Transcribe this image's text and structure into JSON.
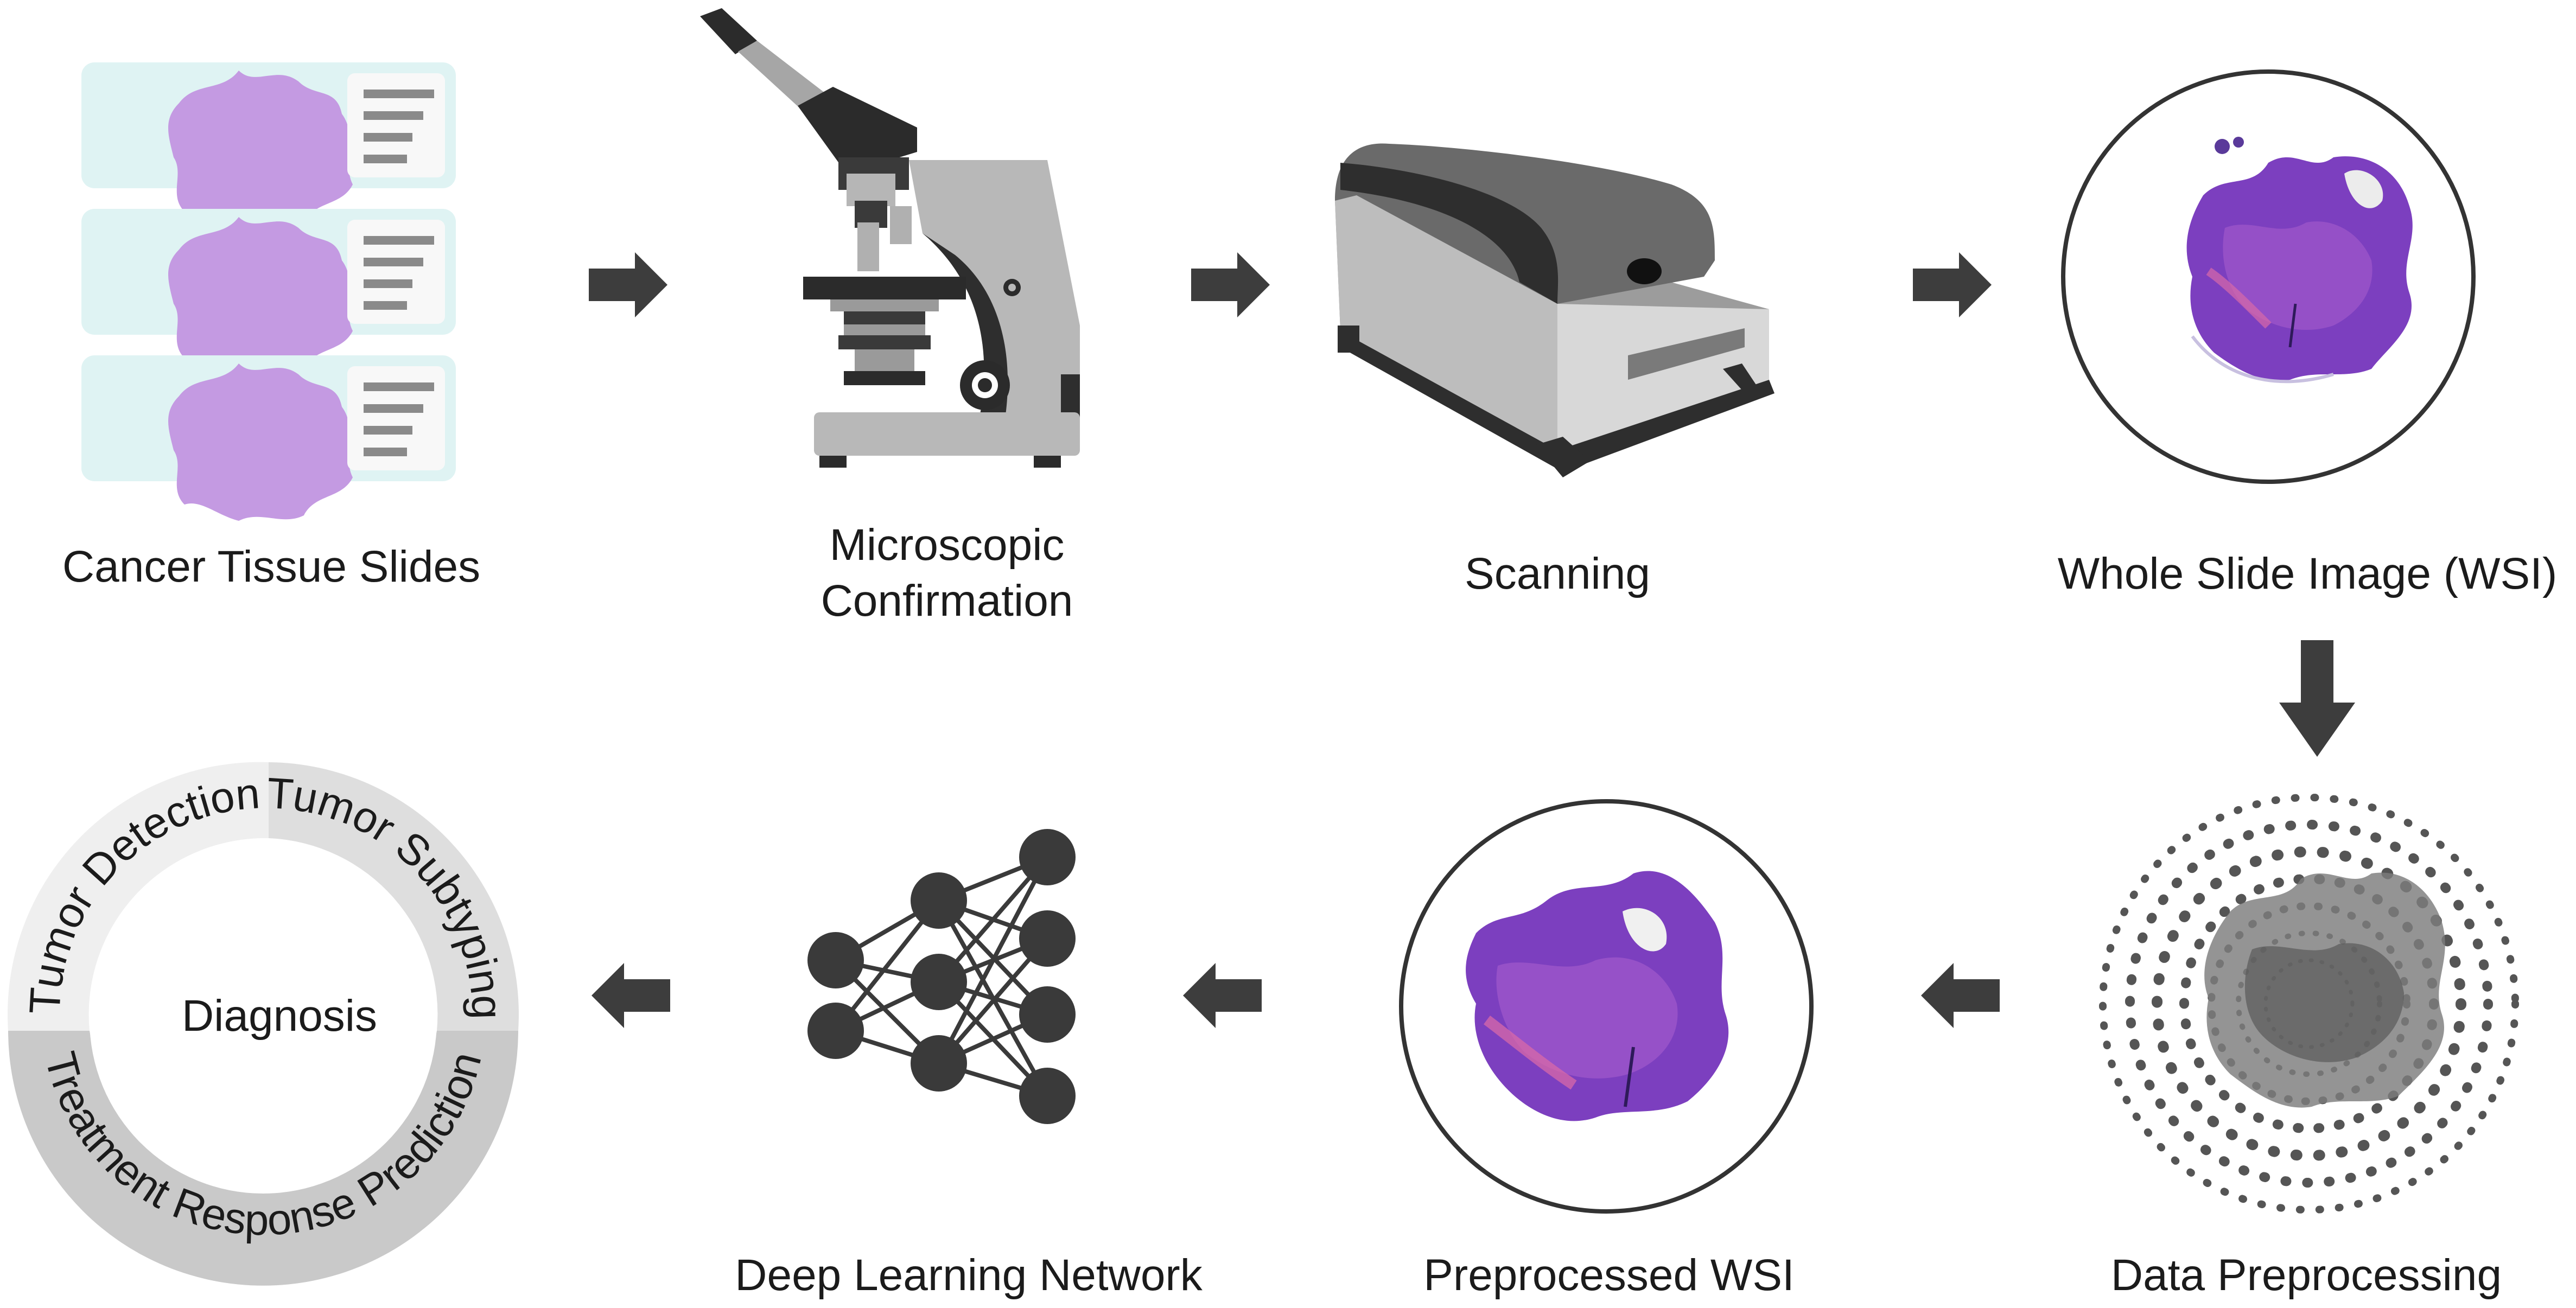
{
  "steps": {
    "slides": "Cancer Tissue Slides",
    "microscope_line1": "Microscopic",
    "microscope_line2": "Confirmation",
    "scanning": "Scanning",
    "wsi": "Whole Slide Image (WSI)",
    "preprocessing": "Data Preprocessing",
    "preprocessed": "Preprocessed WSI",
    "network": "Deep Learning Network"
  },
  "diagnosis": {
    "center": "Diagnosis",
    "segments": [
      "Tumor Detection",
      "Tumor Subtyping",
      "Treatment Response Prediction"
    ]
  },
  "colors": {
    "arrow": "#3d3d3d",
    "tissue_light": "#c49ae2",
    "tissue_he": "#7c3fbf",
    "tissue_pink": "#d86aa8",
    "slide_bg": "#dff3f3",
    "network_node": "#3a3a3a",
    "ring_light": "#efefef",
    "ring_mid": "#dedede",
    "ring_dark": "#c9c9c9"
  },
  "icons": [
    "right-arrow-icon",
    "down-arrow-icon",
    "left-arrow-icon",
    "microscope-icon",
    "scanner-icon",
    "neural-network-icon"
  ]
}
